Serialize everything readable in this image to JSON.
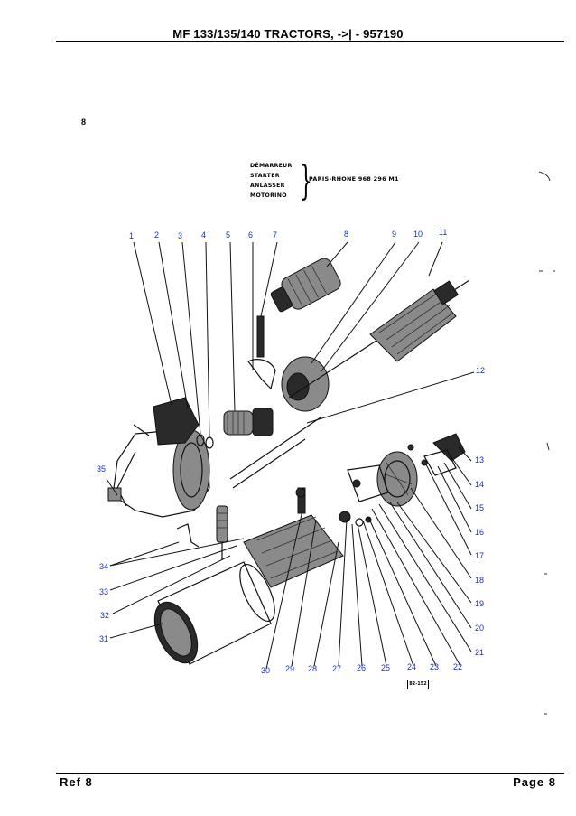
{
  "header": {
    "title": "MF 133/135/140 TRACTORS, ->| - 957190"
  },
  "page_number_mark": "8",
  "caption": {
    "lines": [
      "DÉMARREUR",
      "STARTER",
      "ANLASSER",
      "MOTORINO"
    ],
    "model": "PARIS-RHONE  968 296 M1"
  },
  "callouts": [
    "1",
    "2",
    "3",
    "4",
    "5",
    "6",
    "7",
    "8",
    "9",
    "10",
    "11",
    "12",
    "13",
    "14",
    "15",
    "16",
    "17",
    "18",
    "19",
    "20",
    "21",
    "22",
    "23",
    "24",
    "25",
    "26",
    "27",
    "28",
    "29",
    "30",
    "31",
    "32",
    "33",
    "34",
    "35"
  ],
  "figure_ref": "82-152",
  "footer": {
    "left": "Ref  8",
    "right": "Page  8"
  }
}
